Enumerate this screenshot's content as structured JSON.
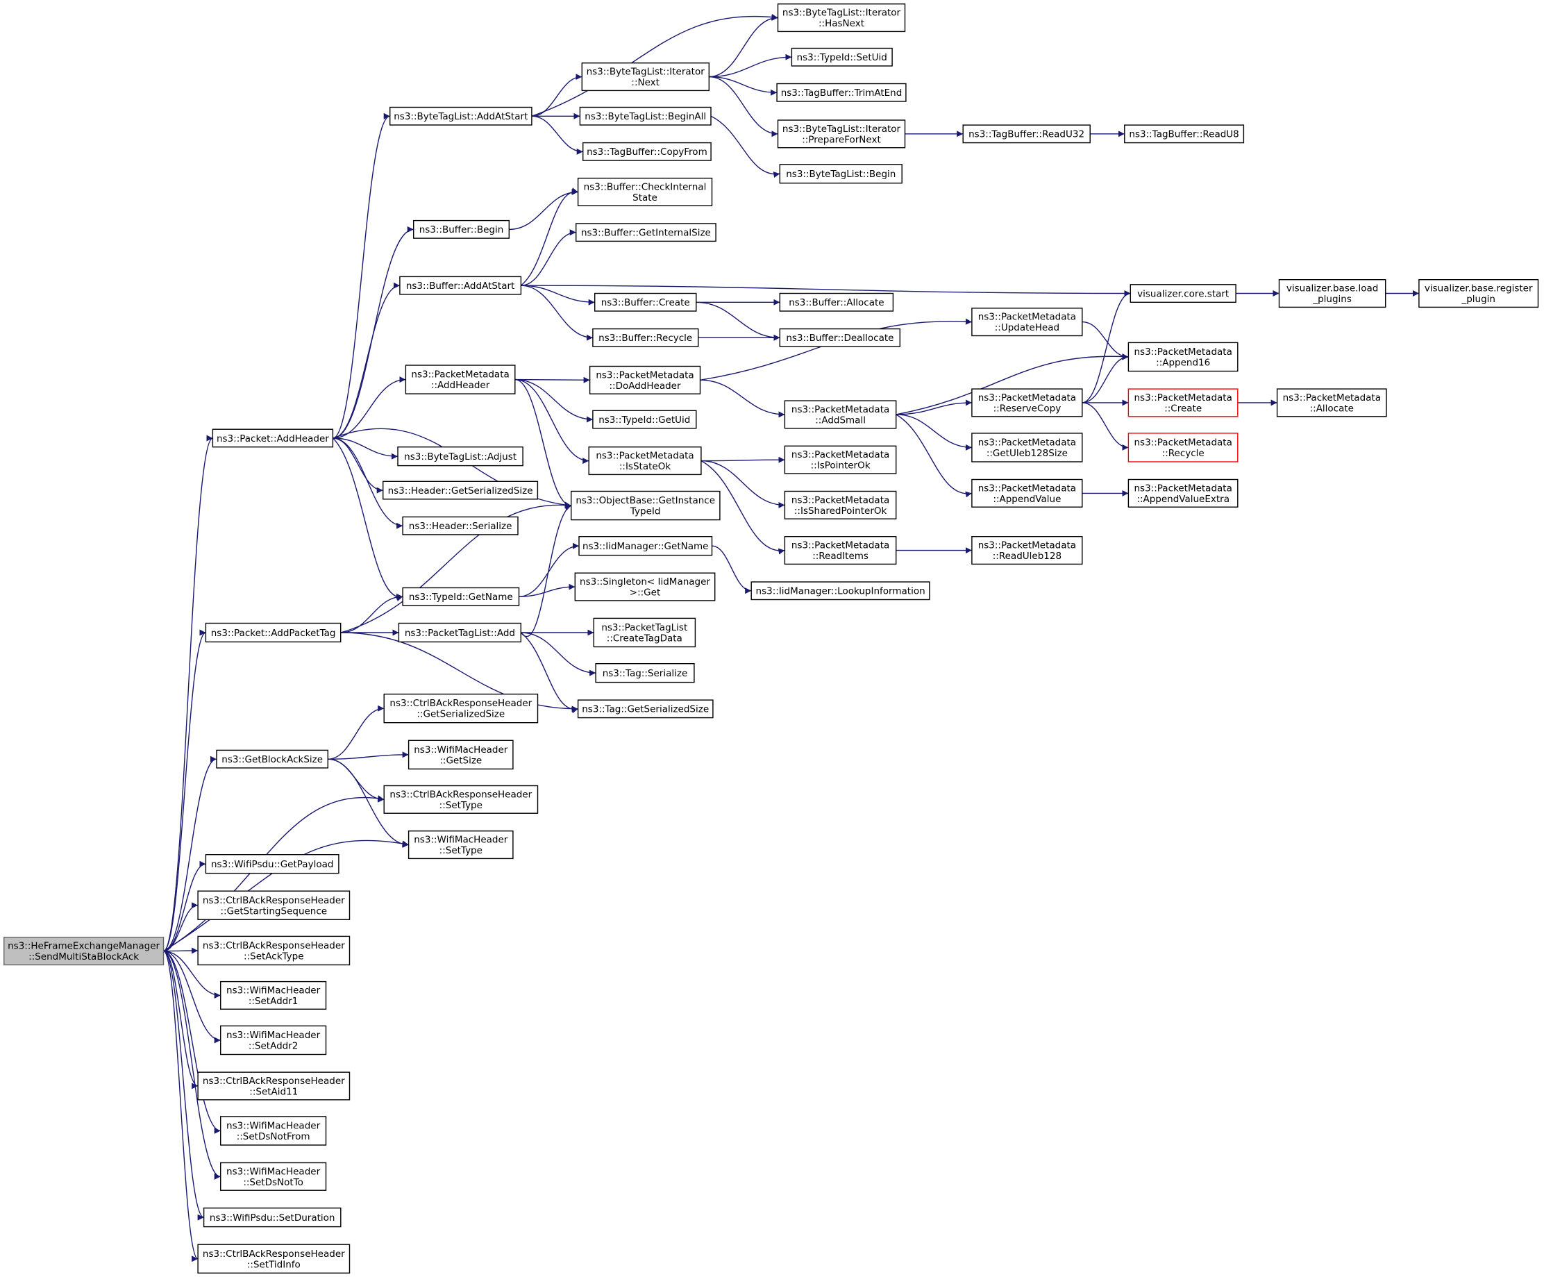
{
  "colors": {
    "edge": "#191970",
    "root_fill": "#bfbfbf",
    "truncated_border": "#ff0000",
    "node_border": "#000000"
  },
  "nodes": {
    "root": [
      "ns3::HeFrameExchangeManager",
      "::SendMultiStaBlockAck"
    ],
    "pkt_addheader": [
      "ns3::Packet::AddHeader"
    ],
    "pkt_addpackettag": [
      "ns3::Packet::AddPacketTag"
    ],
    "getblockacksize": [
      "ns3::GetBlockAckSize"
    ],
    "wifipsdu_getpayload": [
      "ns3::WifiPsdu::GetPayload"
    ],
    "cbarh_getstartingseq": [
      "ns3::CtrlBAckResponseHeader",
      "::GetStartingSequence"
    ],
    "cbarh_setacktype": [
      "ns3::CtrlBAckResponseHeader",
      "::SetAckType"
    ],
    "wmh_setaddr1": [
      "ns3::WifiMacHeader",
      "::SetAddr1"
    ],
    "wmh_setaddr2": [
      "ns3::WifiMacHeader",
      "::SetAddr2"
    ],
    "cbarh_setaid11": [
      "ns3::CtrlBAckResponseHeader",
      "::SetAid11"
    ],
    "wmh_setdsnotfrom": [
      "ns3::WifiMacHeader",
      "::SetDsNotFrom"
    ],
    "wmh_setdsnotto": [
      "ns3::WifiMacHeader",
      "::SetDsNotTo"
    ],
    "wifipsdu_setduration": [
      "ns3::WifiPsdu::SetDuration"
    ],
    "cbarh_settidinfo": [
      "ns3::CtrlBAckResponseHeader",
      "::SetTidInfo"
    ],
    "btl_addatstart": [
      "ns3::ByteTagList::AddAtStart"
    ],
    "buf_begin": [
      "ns3::Buffer::Begin"
    ],
    "buf_addatstart": [
      "ns3::Buffer::AddAtStart"
    ],
    "pm_addheader": [
      "ns3::PacketMetadata",
      "::AddHeader"
    ],
    "btl_adjust": [
      "ns3::ByteTagList::Adjust"
    ],
    "hdr_getsersize": [
      "ns3::Header::GetSerializedSize"
    ],
    "hdr_serialize": [
      "ns3::Header::Serialize"
    ],
    "typeid_getname": [
      "ns3::TypeId::GetName"
    ],
    "ptl_add": [
      "ns3::PacketTagList::Add"
    ],
    "cbarh_getsersize": [
      "ns3::CtrlBAckResponseHeader",
      "::GetSerializedSize"
    ],
    "wmh_getsize": [
      "ns3::WifiMacHeader",
      "::GetSize"
    ],
    "cbarh_settype": [
      "ns3::CtrlBAckResponseHeader",
      "::SetType"
    ],
    "wmh_settype": [
      "ns3::WifiMacHeader",
      "::SetType"
    ],
    "btli_hasnext": [
      "ns3::ByteTagList::Iterator",
      "::HasNext"
    ],
    "btli_next": [
      "ns3::ByteTagList::Iterator",
      "::Next"
    ],
    "btl_beginall": [
      "ns3::ByteTagList::BeginAll"
    ],
    "tagbuf_copyfrom": [
      "ns3::TagBuffer::CopyFrom"
    ],
    "buf_checkinternal": [
      "ns3::Buffer::CheckInternal",
      "State"
    ],
    "buf_getinternalsize": [
      "ns3::Buffer::GetInternalSize"
    ],
    "buf_create": [
      "ns3::Buffer::Create"
    ],
    "buf_recycle": [
      "ns3::Buffer::Recycle"
    ],
    "pm_doaddheader": [
      "ns3::PacketMetadata",
      "::DoAddHeader"
    ],
    "typeid_getuid": [
      "ns3::TypeId::GetUid"
    ],
    "pm_isstateok": [
      "ns3::PacketMetadata",
      "::IsStateOk"
    ],
    "objbase_getinstancetypeid": [
      "ns3::ObjectBase::GetInstance",
      "TypeId"
    ],
    "iidmgr_getname": [
      "ns3::IidManager::GetName"
    ],
    "singleton_get": [
      "ns3::Singleton< IidManager",
      ">::Get"
    ],
    "ptl_createtagdata": [
      "ns3::PacketTagList",
      "::CreateTagData"
    ],
    "tag_serialize": [
      "ns3::Tag::Serialize"
    ],
    "tag_getsersize": [
      "ns3::Tag::GetSerializedSize"
    ],
    "typeid_setuid": [
      "ns3::TypeId::SetUid"
    ],
    "tagbuf_trimatend": [
      "ns3::TagBuffer::TrimAtEnd"
    ],
    "btli_prepare": [
      "ns3::ByteTagList::Iterator",
      "::PrepareForNext"
    ],
    "btl_begin": [
      "ns3::ByteTagList::Begin"
    ],
    "buf_allocate": [
      "ns3::Buffer::Allocate"
    ],
    "buf_deallocate": [
      "ns3::Buffer::Deallocate"
    ],
    "pm_addsmall": [
      "ns3::PacketMetadata",
      "::AddSmall"
    ],
    "pm_ispointerok": [
      "ns3::PacketMetadata",
      "::IsPointerOk"
    ],
    "pm_issharedpointerok": [
      "ns3::PacketMetadata",
      "::IsSharedPointerOk"
    ],
    "pm_readitems": [
      "ns3::PacketMetadata",
      "::ReadItems"
    ],
    "iidmgr_lookup": [
      "ns3::IidManager::LookupInformation"
    ],
    "tagbuf_readu32": [
      "ns3::TagBuffer::ReadU32"
    ],
    "tagbuf_readu8": [
      "ns3::TagBuffer::ReadU8"
    ],
    "viz_core_start": [
      "visualizer.core.start"
    ],
    "viz_load_plugins": [
      "visualizer.base.load",
      "_plugins"
    ],
    "viz_register_plugin": [
      "visualizer.base.register",
      "_plugin"
    ],
    "pm_updatehead": [
      "ns3::PacketMetadata",
      "::UpdateHead"
    ],
    "pm_append16": [
      "ns3::PacketMetadata",
      "::Append16"
    ],
    "pm_reservecopy": [
      "ns3::PacketMetadata",
      "::ReserveCopy"
    ],
    "pm_getuleb128size": [
      "ns3::PacketMetadata",
      "::GetUleb128Size"
    ],
    "pm_appendvalue": [
      "ns3::PacketMetadata",
      "::AppendValue"
    ],
    "pm_readuleb128": [
      "ns3::PacketMetadata",
      "::ReadUleb128"
    ],
    "pm_create": [
      "ns3::PacketMetadata",
      "::Create"
    ],
    "pm_recycle": [
      "ns3::PacketMetadata",
      "::Recycle"
    ],
    "pm_allocate": [
      "ns3::PacketMetadata",
      "::Allocate"
    ],
    "pm_appendvalueextra": [
      "ns3::PacketMetadata",
      "::AppendValueExtra"
    ]
  }
}
